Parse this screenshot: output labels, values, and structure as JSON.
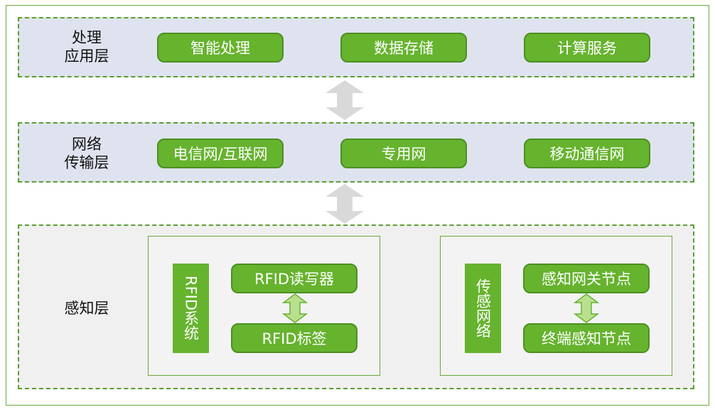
{
  "layers": {
    "processing": {
      "label": "处理\n应用层",
      "items": [
        "智能处理",
        "数据存储",
        "计算服务"
      ]
    },
    "network": {
      "label": "网络\n传输层",
      "items": [
        "电信网/互联网",
        "专用网",
        "移动通信网"
      ]
    },
    "perception": {
      "label": "感知层",
      "rfid_group": {
        "title": "RFID系统",
        "top": "RFID读写器",
        "bottom": "RFID标签"
      },
      "sensor_group": {
        "title": "传感网络",
        "top": "感知网关节点",
        "bottom": "终端感知节点"
      }
    }
  },
  "colors": {
    "accent_green": "#66b32e",
    "dashed_border": "#5a9e2f",
    "layer_blue_bg": "#dfe3ef",
    "layer_gray_bg": "#f0f0f0",
    "big_arrow": "#d9d9d9",
    "small_arrow": "#b8e08e"
  }
}
